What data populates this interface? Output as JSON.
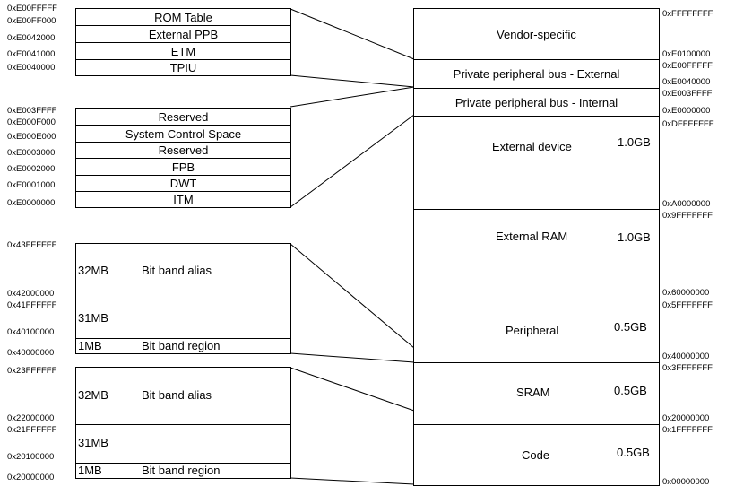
{
  "ppb_external": {
    "rows": [
      "ROM Table",
      "External PPB",
      "ETM",
      "TPIU"
    ],
    "addresses": [
      "0xE00FFFFF",
      "0xE00FF000",
      "0xE0042000",
      "0xE0041000",
      "0xE0040000"
    ]
  },
  "ppb_internal": {
    "rows": [
      "Reserved",
      "System Control Space",
      "Reserved",
      "FPB",
      "DWT",
      "ITM"
    ],
    "addresses": [
      "0xE003FFFF",
      "0xE000F000",
      "0xE000E000",
      "0xE0003000",
      "0xE0002000",
      "0xE0001000",
      "0xE0000000"
    ]
  },
  "periph_bitband": {
    "alias_size": "32MB",
    "alias_label": "Bit band alias",
    "gap_size": "31MB",
    "region_size": "1MB",
    "region_label": "Bit band region",
    "addresses": [
      "0x43FFFFFF",
      "0x42000000",
      "0x41FFFFFF",
      "0x40100000",
      "0x40000000"
    ]
  },
  "sram_bitband": {
    "alias_size": "32MB",
    "alias_label": "Bit band alias",
    "gap_size": "31MB",
    "region_size": "1MB",
    "region_label": "Bit band region",
    "addresses": [
      "0x23FFFFFF",
      "0x22000000",
      "0x21FFFFFF",
      "0x20100000",
      "0x20000000"
    ]
  },
  "memory_map": {
    "regions": [
      {
        "name": "Vendor-specific",
        "size": ""
      },
      {
        "name": "Private peripheral bus - External",
        "size": ""
      },
      {
        "name": "Private peripheral bus - Internal",
        "size": ""
      },
      {
        "name": "External device",
        "size": "1.0GB"
      },
      {
        "name": "External RAM",
        "size": "1.0GB"
      },
      {
        "name": "Peripheral",
        "size": "0.5GB"
      },
      {
        "name": "SRAM",
        "size": "0.5GB"
      },
      {
        "name": "Code",
        "size": "0.5GB"
      }
    ],
    "addresses": [
      "0xFFFFFFFF",
      "0xE0100000",
      "0xE00FFFFF",
      "0xE0040000",
      "0xE003FFFF",
      "0xE0000000",
      "0xDFFFFFFF",
      "0xA0000000",
      "0x9FFFFFFF",
      "0x60000000",
      "0x5FFFFFFF",
      "0x40000000",
      "0x3FFFFFFF",
      "0x20000000",
      "0x1FFFFFFF",
      "0x00000000"
    ]
  }
}
